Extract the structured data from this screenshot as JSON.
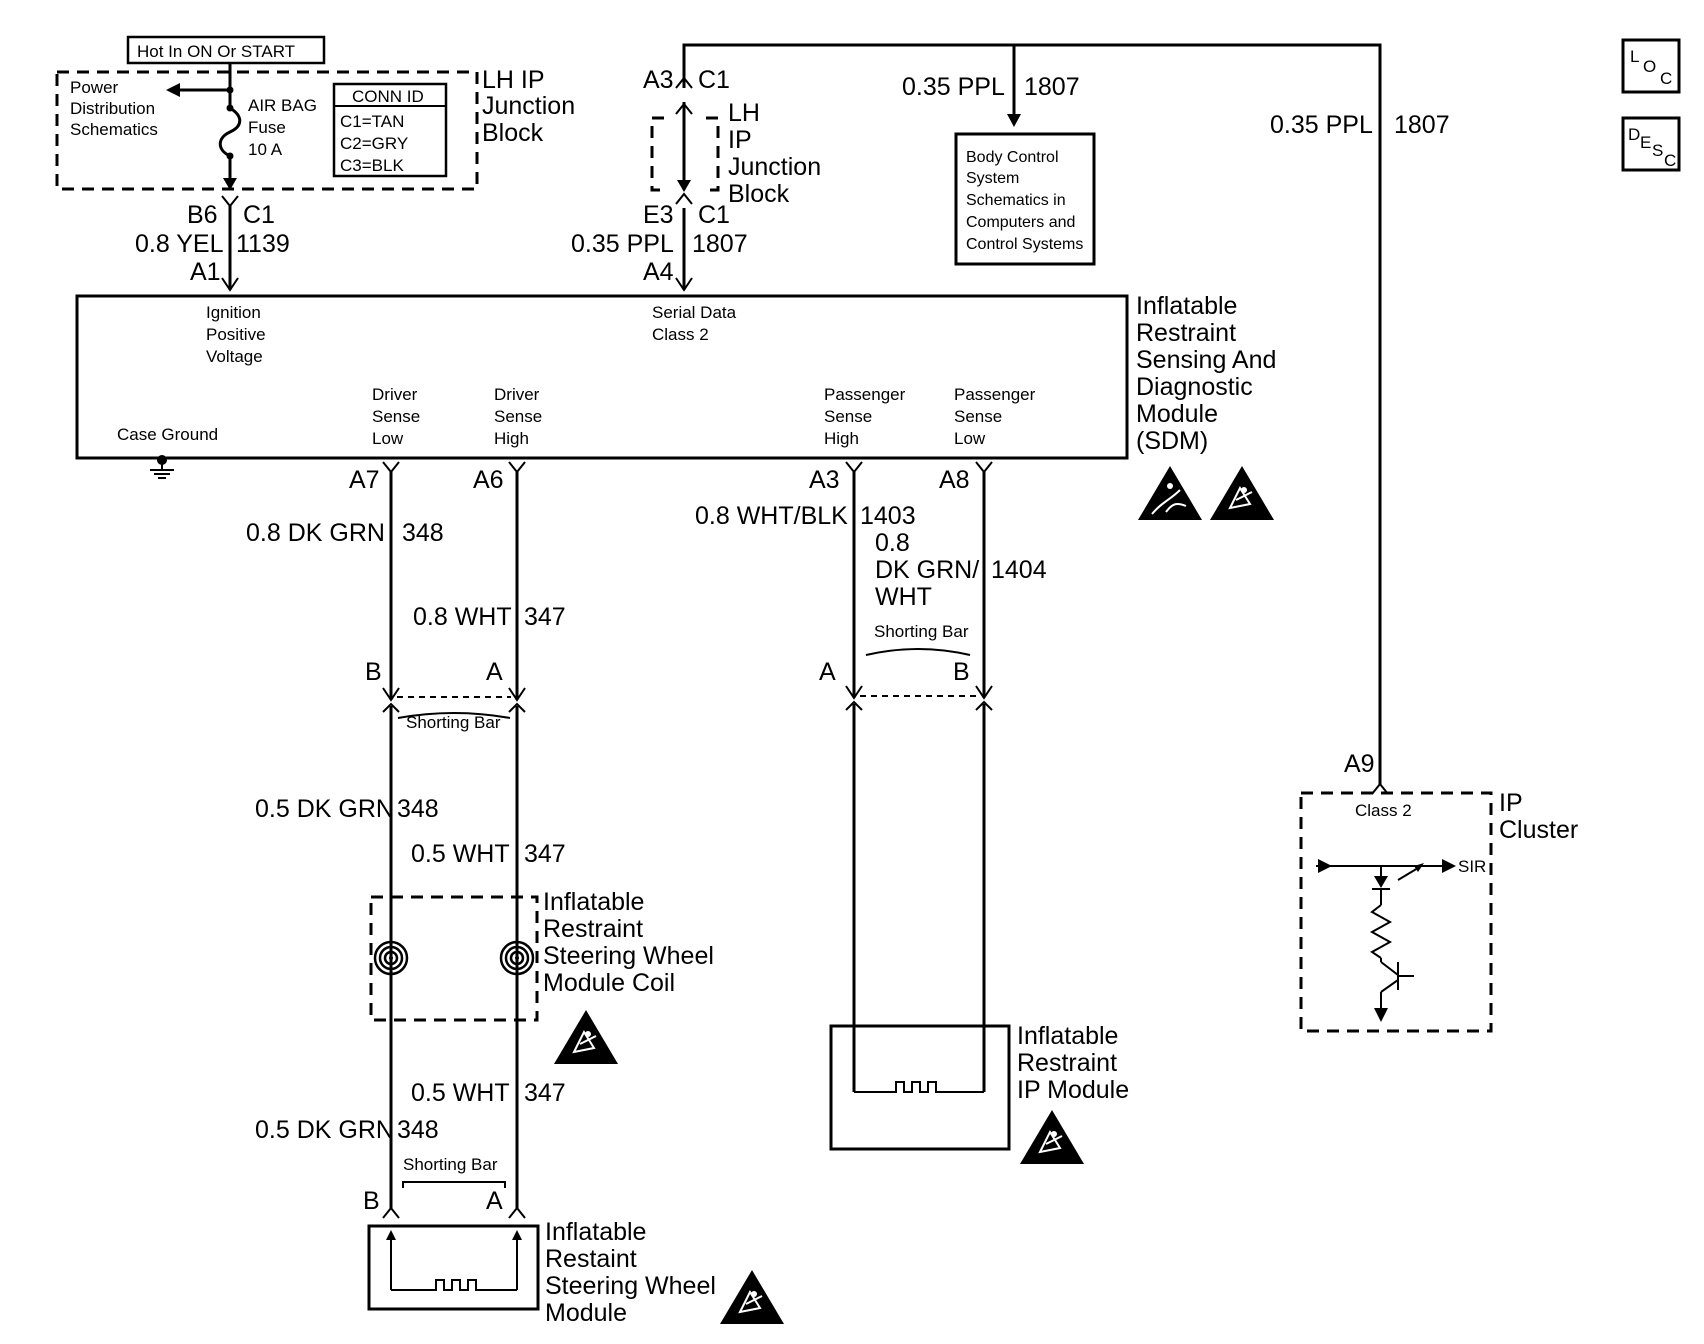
{
  "hot_label": "Hot In ON Or START",
  "power_dist": {
    "line1": "Power",
    "line2": "Distribution",
    "line3": "Schematics"
  },
  "fuse": {
    "line1": "AIR BAG",
    "line2": "Fuse",
    "line3": "10 A"
  },
  "conn_id": {
    "title": "CONN ID",
    "c1": "C1=TAN",
    "c2": "C2=GRY",
    "c3": "C3=BLK"
  },
  "lh_ip_block_1": {
    "line1": "LH IP",
    "line2": "Junction",
    "line3": "Block"
  },
  "lh_ip_block_2": {
    "line1": "LH",
    "line2": "IP",
    "line3": "Junction",
    "line4": "Block"
  },
  "bcm": {
    "line1": "Body Control",
    "line2": "System",
    "line3": "Schematics in",
    "line4": "Computers and",
    "line5": "Control Systems"
  },
  "loc_badge": {
    "big": "L",
    "mid": "O",
    "sub": "C"
  },
  "desc_badge": {
    "big": "D",
    "mid": "E",
    "s": "S",
    "sub": "C"
  },
  "conn_labels": {
    "b6": "B6",
    "c1_left": "C1",
    "a1": "A1",
    "a3_top": "A3",
    "c1_top": "C1",
    "e3": "E3",
    "c1_mid": "C1",
    "a4": "A4",
    "a7": "A7",
    "a6": "A6",
    "a3_sdm": "A3",
    "a8": "A8",
    "b_drv1": "B",
    "a_drv1": "A",
    "a_pass": "A",
    "b_pass": "B",
    "b_drv2": "B",
    "a_drv2": "A",
    "a9": "A9"
  },
  "wires": {
    "w1139_size": "0.8 YEL",
    "w1139_num": "1139",
    "w1807a_size": "0.35 PPL",
    "w1807a_num": "1807",
    "w1807b_size": "0.35 PPL",
    "w1807b_num": "1807",
    "w1807c_size": "0.35 PPL",
    "w1807c_num": "1807",
    "w348a_size": "0.8 DK GRN",
    "w348a_num": "348",
    "w347a_size": "0.8 WHT",
    "w347a_num": "347",
    "w1403_size": "0.8 WHT/BLK",
    "w1403_num": "1403",
    "w1404_l1": "0.8",
    "w1404_l2": "DK GRN/",
    "w1404_l3": "WHT",
    "w1404_num": "1404",
    "w348b_size": "0.5 DK GRN",
    "w348b_num": "348",
    "w347b_size": "0.5 WHT",
    "w347b_num": "347",
    "w347c_size": "0.5 WHT",
    "w347c_num": "347",
    "w348c_size": "0.5 DK GRN",
    "w348c_num": "348"
  },
  "sdm": {
    "name1": "Inflatable",
    "name2": "Restraint",
    "name3": "Sensing And",
    "name4": "Diagnostic",
    "name5": "Module",
    "name6": "(SDM)",
    "ign1": "Ignition",
    "ign2": "Positive",
    "ign3": "Voltage",
    "ser1": "Serial Data",
    "ser2": "Class 2",
    "case_ground": "Case Ground",
    "dsl1": "Driver",
    "dsl2": "Sense",
    "dsl3": "Low",
    "dsh1": "Driver",
    "dsh2": "Sense",
    "dsh3": "High",
    "psh1": "Passenger",
    "psh2": "Sense",
    "psh3": "High",
    "psl1": "Passenger",
    "psl2": "Sense",
    "psl3": "Low"
  },
  "shorting_bar": {
    "a": "Shorting Bar",
    "b": "Shorting Bar",
    "c": "Shorting Bar"
  },
  "coil": {
    "line1": "Inflatable",
    "line2": "Restraint",
    "line3": "Steering Wheel",
    "line4": "Module Coil"
  },
  "sw_module": {
    "line1": "Inflatable",
    "line2": "Restaint",
    "line3": "Steering Wheel",
    "line4": "Module"
  },
  "ip_module": {
    "line1": "Inflatable",
    "line2": "Restraint",
    "line3": "IP Module"
  },
  "ip_cluster": {
    "line1": "IP",
    "line2": "Cluster",
    "class2": "Class 2",
    "sir": "SIR"
  }
}
